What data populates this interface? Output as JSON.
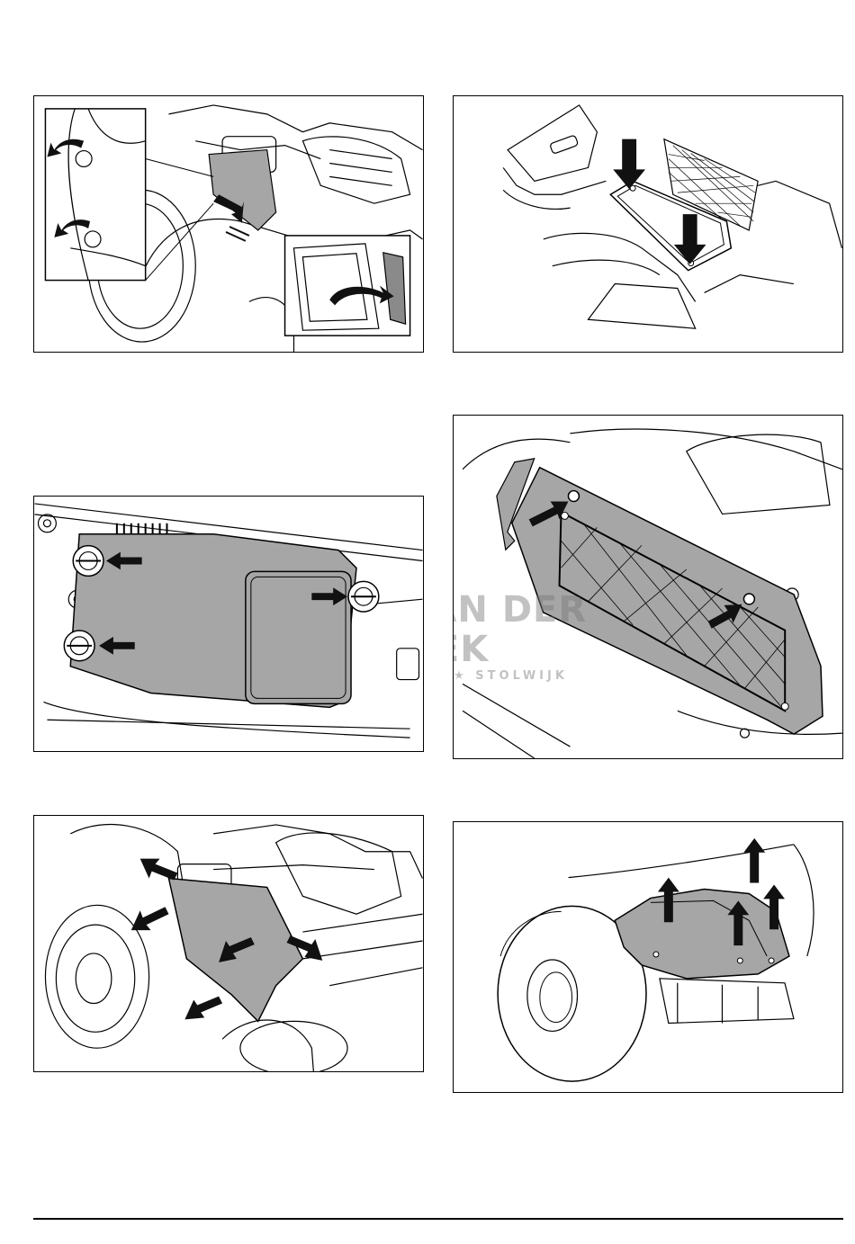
{
  "figures": [
    {
      "id": "fig-remove-side-cover-clips",
      "icons": [
        "mower-line-art",
        "clip-release-arrow-icon",
        "push-arrow-icon",
        "rotate-arrow-icon"
      ]
    },
    {
      "id": "fig-filter-cover-screws",
      "icons": [
        "down-arrow-icon",
        "mesh-filter"
      ]
    },
    {
      "id": "fig-access-plate-knobs",
      "icons": [
        "knob-icon",
        "left-arrow-icon",
        "right-arrow-icon"
      ]
    },
    {
      "id": "fig-mesh-filter-panel",
      "icons": [
        "mesh-filter",
        "arrow-icon"
      ]
    },
    {
      "id": "fig-remove-side-panel",
      "icons": [
        "mower-line-art",
        "outward-arrow-icon"
      ]
    },
    {
      "id": "fig-lift-rear-cover",
      "icons": [
        "wheel",
        "up-arrow-icon"
      ]
    }
  ],
  "watermark": {
    "brand": "KEES VAN DER SPEK",
    "tagline": "TUINMACHINES ★ STOLWIJK"
  },
  "colors": {
    "line": "#000000",
    "panel_fill": "#a6a6a6",
    "arrow": "#111111",
    "watermark": "#787878"
  }
}
